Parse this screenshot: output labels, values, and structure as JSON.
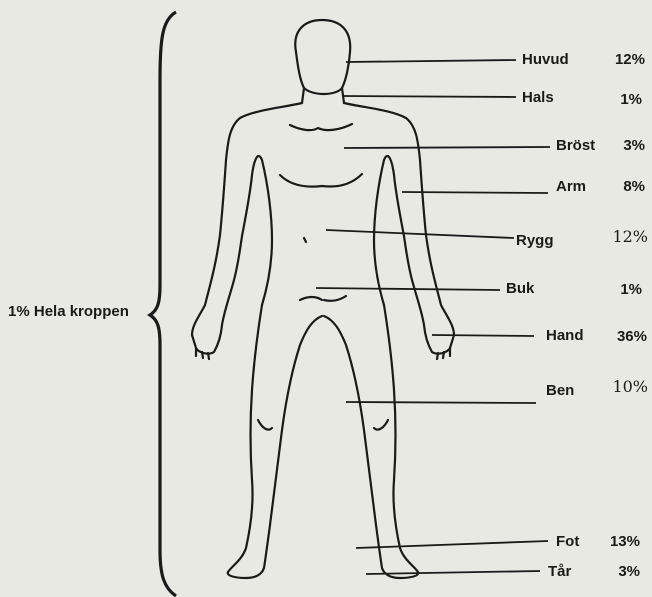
{
  "whole_body": {
    "percent": "1%",
    "label": "Hela kroppen"
  },
  "regions": [
    {
      "key": "huvud",
      "label": "Huvud",
      "percent": "12%"
    },
    {
      "key": "hals",
      "label": "Hals",
      "percent": "1%"
    },
    {
      "key": "brost",
      "label": "Bröst",
      "percent": "3%"
    },
    {
      "key": "arm",
      "label": "Arm",
      "percent": "8%"
    },
    {
      "key": "rygg",
      "label": "Rygg",
      "percent": "12%"
    },
    {
      "key": "buk",
      "label": "Buk",
      "percent": "1%"
    },
    {
      "key": "hand",
      "label": "Hand",
      "percent": "36%"
    },
    {
      "key": "ben",
      "label": "Ben",
      "percent": "10%"
    },
    {
      "key": "fot",
      "label": "Fot",
      "percent": "13%"
    },
    {
      "key": "tar",
      "label": "Tår",
      "percent": "3%"
    }
  ]
}
